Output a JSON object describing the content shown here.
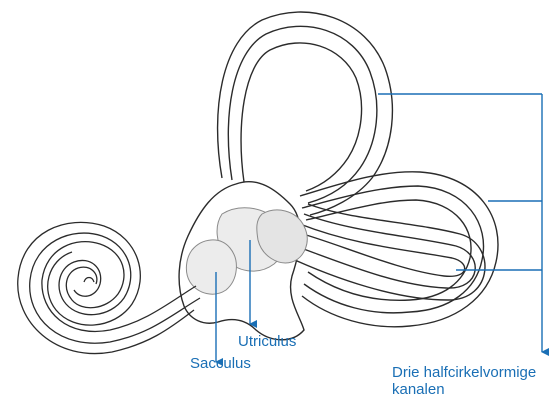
{
  "labels": {
    "utriculus": "Utriculus",
    "sacculus": "Sacculus",
    "canals_line1": "Drie halfcirkelvormige",
    "canals_line2": "kanalen"
  },
  "colors": {
    "label": "#1a6fb5",
    "pointer": "#1a6fb5",
    "outline": "#2b2b2b",
    "fill": "#ffffff",
    "sac": "#ececec",
    "sac_dark": "#d9d9d9"
  }
}
